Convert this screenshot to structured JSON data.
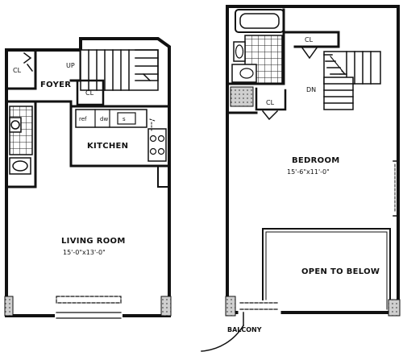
{
  "rooms": {
    "foyer": "FOYER",
    "kitchen": "KITCHEN",
    "living_room": "LIVING ROOM",
    "living_room_dims": "15'-0\"x13'-0\"",
    "bedroom": "BEDROOM",
    "bedroom_dims": "15'-6\"x11'-0\"",
    "open_to_below": "OPEN TO BELOW",
    "balcony": "BALCONY"
  },
  "labels": {
    "closet": "CL",
    "up": "UP",
    "dn": "DN",
    "ref": "ref",
    "dw": "dw",
    "sink": "s"
  }
}
